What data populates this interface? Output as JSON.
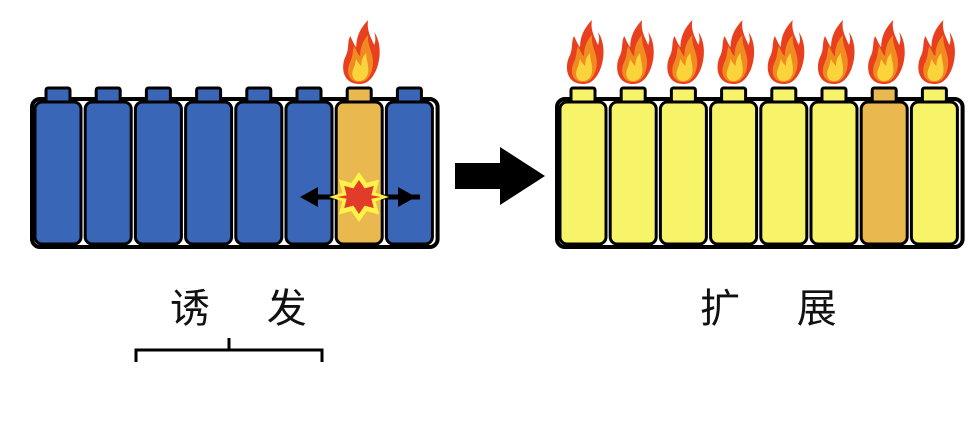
{
  "diagram": {
    "left": {
      "label": "诱 发",
      "cell_count": 8,
      "burning_cell_index": 6,
      "flames": [
        6
      ]
    },
    "right": {
      "label": "扩 展",
      "cell_count": 8,
      "burning_cell_index": 6,
      "flames": [
        0,
        1,
        2,
        3,
        4,
        5,
        6,
        7
      ]
    },
    "colors": {
      "normal_cell": "#3a66b8",
      "burning_cell": "#e9b84f",
      "propagated_cell": "#f8f46a",
      "outline": "#000000",
      "flame_outer": "#e8401f",
      "flame_mid": "#f28a22",
      "flame_inner": "#fbd33a",
      "spark": "#e23b2a",
      "spark_glow": "#fff34a"
    },
    "icons": [
      "flame-icon",
      "spark-icon",
      "double-arrow-icon",
      "right-arrow-icon",
      "bracket-icon"
    ]
  }
}
